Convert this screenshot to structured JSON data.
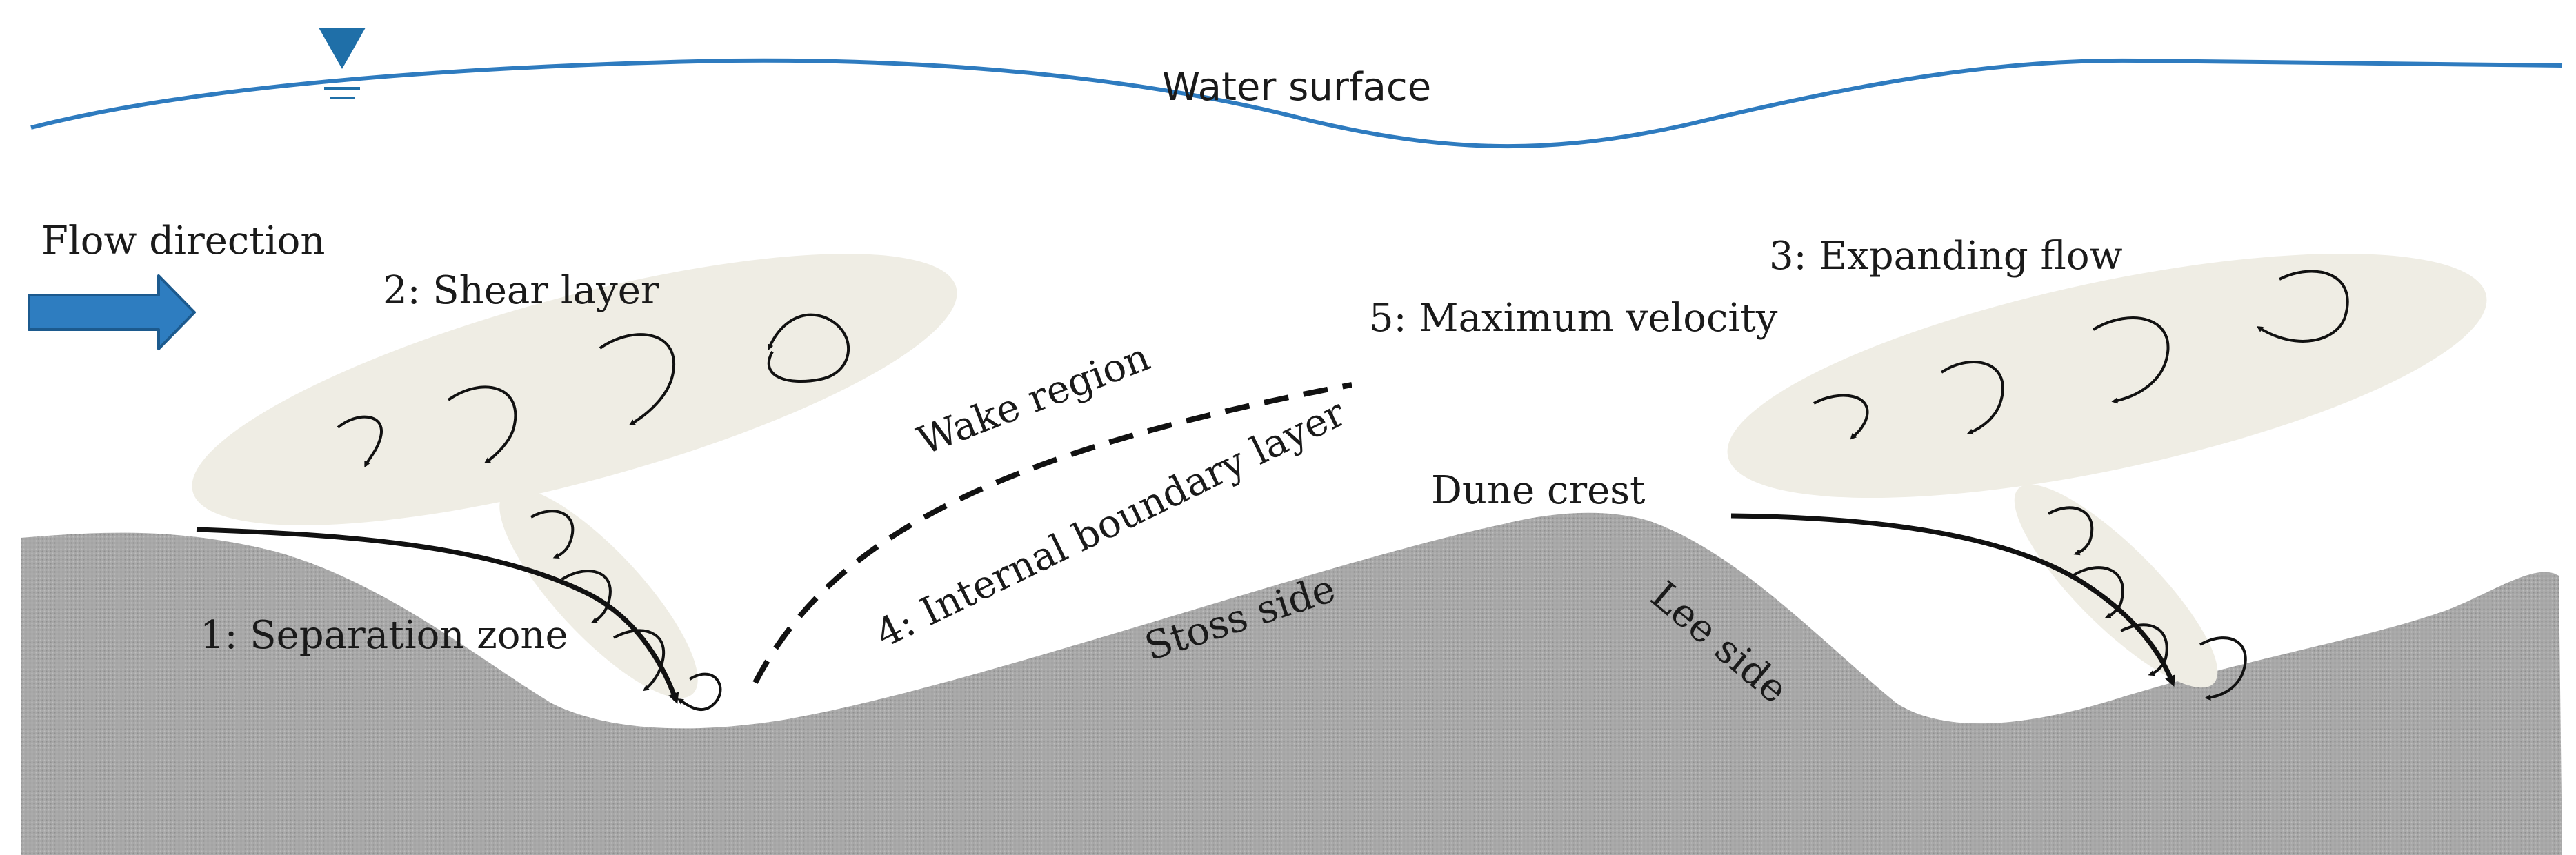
{
  "labels": {
    "water_surface": "Water surface",
    "flow_direction": "Flow direction",
    "shear_layer": "2: Shear layer",
    "separation_zone": "1: Separation zone",
    "wake_region": "Wake region",
    "internal_boundary_layer": "4: Internal boundary layer",
    "maximum_velocity": "5: Maximum velocity",
    "expanding_flow": "3: Expanding flow",
    "dune_crest": "Dune crest",
    "stoss_side": "Stoss side",
    "lee_side": "Lee side"
  },
  "colors": {
    "water_line": "#2e7bbf",
    "water_marker": "#1f6fa8",
    "flow_arrow_fill": "#2e7dc0",
    "flow_arrow_stroke": "#1c5a8e",
    "bed_fill": "#a6a6a6",
    "ellipse_fill": "#efede4",
    "line_dark": "#111111"
  },
  "icons": {
    "water_level_marker": "inverted-triangle-icon",
    "flow_arrow": "right-arrow-icon",
    "vortex": "curled-arrow-icon"
  }
}
